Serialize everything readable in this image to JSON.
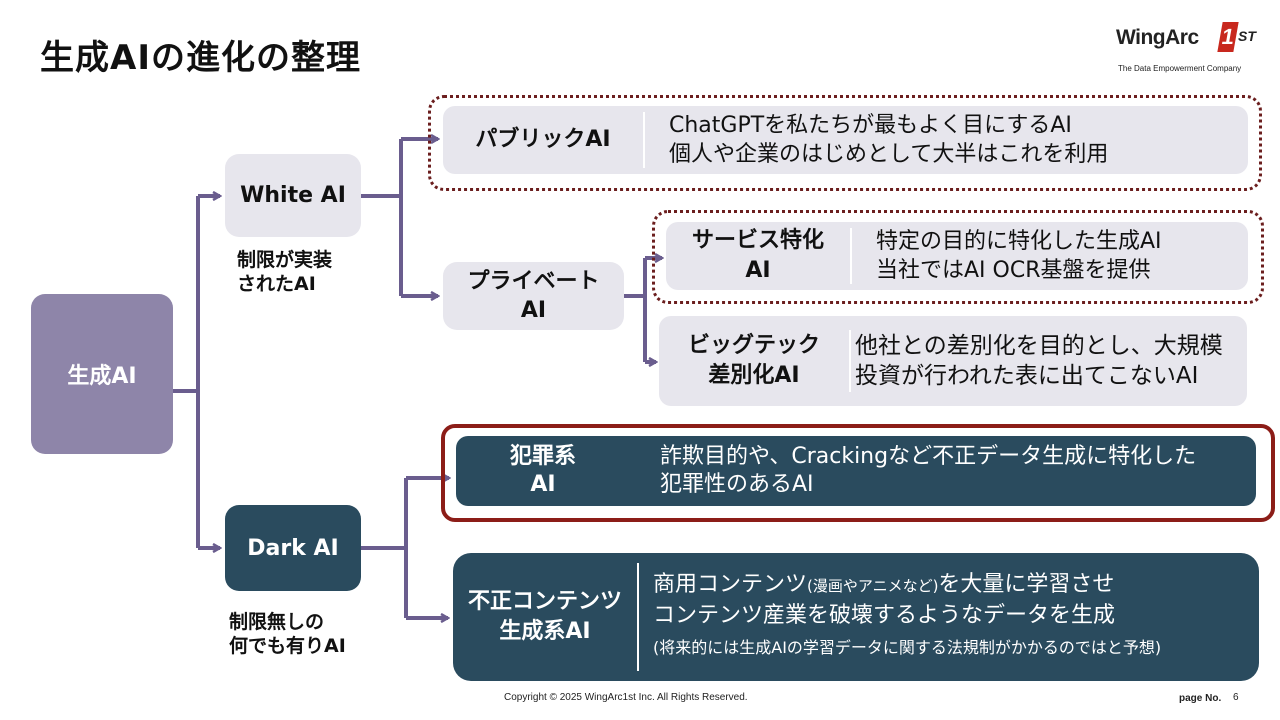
{
  "header": {
    "title": "生成AIの進化の整理",
    "logo": {
      "name": "WingArc",
      "one": "1",
      "suffix": "ST",
      "tagline": "The Data Empowerment Company"
    }
  },
  "colors": {
    "connector": "#6a5d8e",
    "light_box": "#e7e6ed",
    "dark_box": "#2a4b5e",
    "root_box": "#8e85a9",
    "dotted_border": "#6b1e1e",
    "red_border": "#8c1d18"
  },
  "tree": {
    "root": {
      "label": "生成AI"
    },
    "white": {
      "label": "White AI",
      "note_line1": "制限が実装",
      "note_line2": "されたAI"
    },
    "dark": {
      "label": "Dark AI",
      "note_line1": "制限無しの",
      "note_line2": "何でも有りAI"
    },
    "private": {
      "label_line1": "プライベート",
      "label_line2": "AI"
    },
    "public_ai": {
      "label": "パブリックAI",
      "desc_line1": "ChatGPTを私たちが最もよく目にするAI",
      "desc_line2": "個人や企業のはじめとして大半はこれを利用"
    },
    "service_ai": {
      "label_line1": "サービス特化",
      "label_line2": "AI",
      "desc_line1": "特定の目的に特化した生成AI",
      "desc_line2": "当社ではAI OCR基盤を提供"
    },
    "bigtech_ai": {
      "label_line1": "ビッグテック",
      "label_line2": "差別化AI",
      "desc_line1": "他社との差別化を目的とし、大規模",
      "desc_line2": "投資が行われた表に出てこないAI"
    },
    "crime_ai": {
      "label_line1": "犯罪系",
      "label_line2": "AI",
      "desc_line1": "詐欺目的や、Crackingなど不正データ生成に特化した",
      "desc_line2": "犯罪性のあるAI"
    },
    "illegal_content_ai": {
      "label_line1": "不正コンテンツ",
      "label_line2": "生成系AI",
      "desc_line1a": "商用コンテンツ",
      "desc_line1b": "(漫画やアニメなど)",
      "desc_line1c": "を大量に学習させ",
      "desc_line2": "コンテンツ産業を破壊するようなデータを生成",
      "desc_line3": "(将来的には生成AIの学習データに関する法規制がかかるのではと予想)"
    }
  },
  "footer": {
    "copyright": "Copyright © 2025 WingArc1st Inc.  All Rights Reserved.",
    "page_label": "page No.",
    "page_number": "6"
  }
}
